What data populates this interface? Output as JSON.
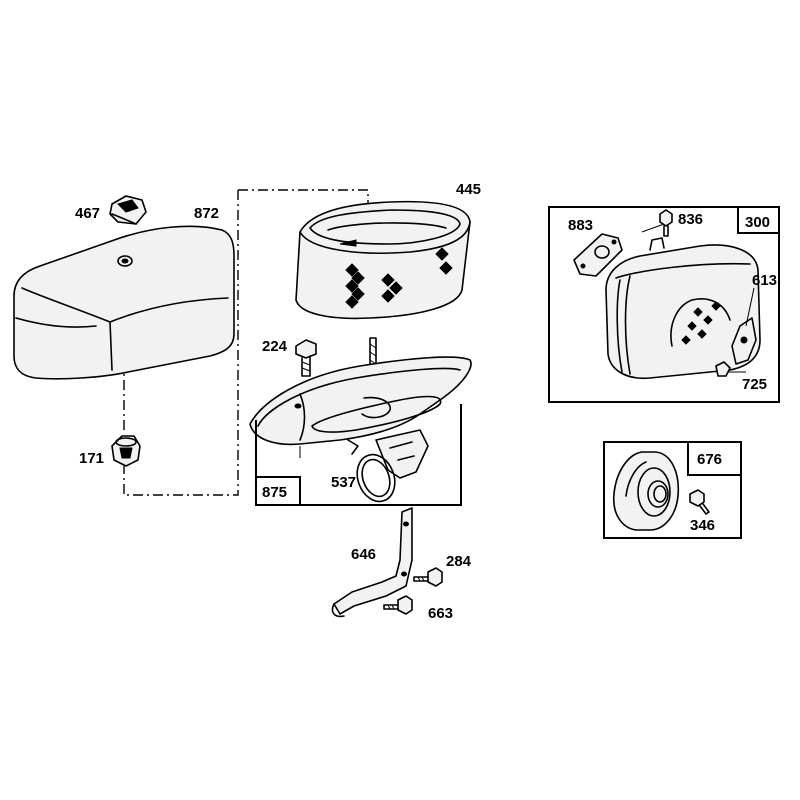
{
  "labels": {
    "p467": "467",
    "p872": "872",
    "p171": "171",
    "p445": "445",
    "p224": "224",
    "p875": "875",
    "p537": "537",
    "p646": "646",
    "p284": "284",
    "p663": "663",
    "p883": "883",
    "p836": "836",
    "p300": "300",
    "p613": "613",
    "p725": "725",
    "p676": "676",
    "p346": "346"
  }
}
